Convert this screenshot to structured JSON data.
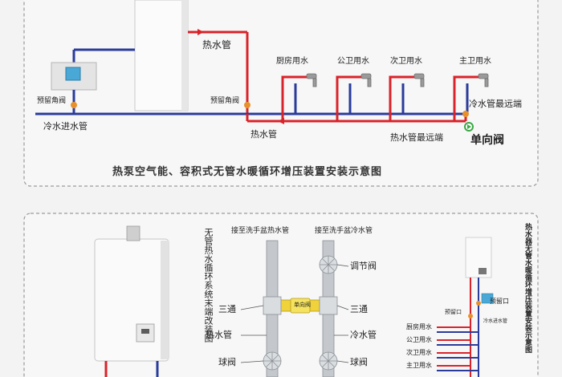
{
  "top": {
    "caption": "热泵空气能、容积式无管水暖循环增压装置安装示意图",
    "hot_pipe_top": "热水管",
    "reserve_valve_left": "预留角阀",
    "reserve_valve_mid": "预留角阀",
    "cold_inlet": "冷水进水管",
    "hot_pipe_bottom": "热水管",
    "faucets": [
      "厨房用水",
      "公卫用水",
      "次卫用水",
      "主卫用水"
    ],
    "cold_far_end": "冷水管最远端",
    "hot_far_end": "热水管最远端",
    "check_valve": "单向阀"
  },
  "bottom": {
    "vertical_title_left": "无管热水循环系统末端改装图",
    "to_sink_hot": "接至洗手盆热水管",
    "to_sink_cold": "接至洗手盆冷水管",
    "adjust_valve": "调节阀",
    "tee_left": "三通",
    "tee_right": "三通",
    "hot_pipe": "热水管",
    "cold_pipe": "冷水管",
    "ball_valve_left": "球阀",
    "ball_valve_right": "球阀",
    "check_valve_small": "单向阀",
    "vertical_title_right": "热水器无管水暖循环增压装置安装示意图",
    "right_reserve_top": "预留口",
    "right_reserve_mid": "预留口",
    "right_cold_inlet": "冷水进水管",
    "right_faucets": [
      "厨房用水",
      "公卫用水",
      "次卫用水",
      "主卫用水"
    ]
  },
  "colors": {
    "hot": "#d8232a",
    "cold": "#2a3b9a",
    "node": "#e8902a",
    "frame": "#9a9a9a"
  }
}
